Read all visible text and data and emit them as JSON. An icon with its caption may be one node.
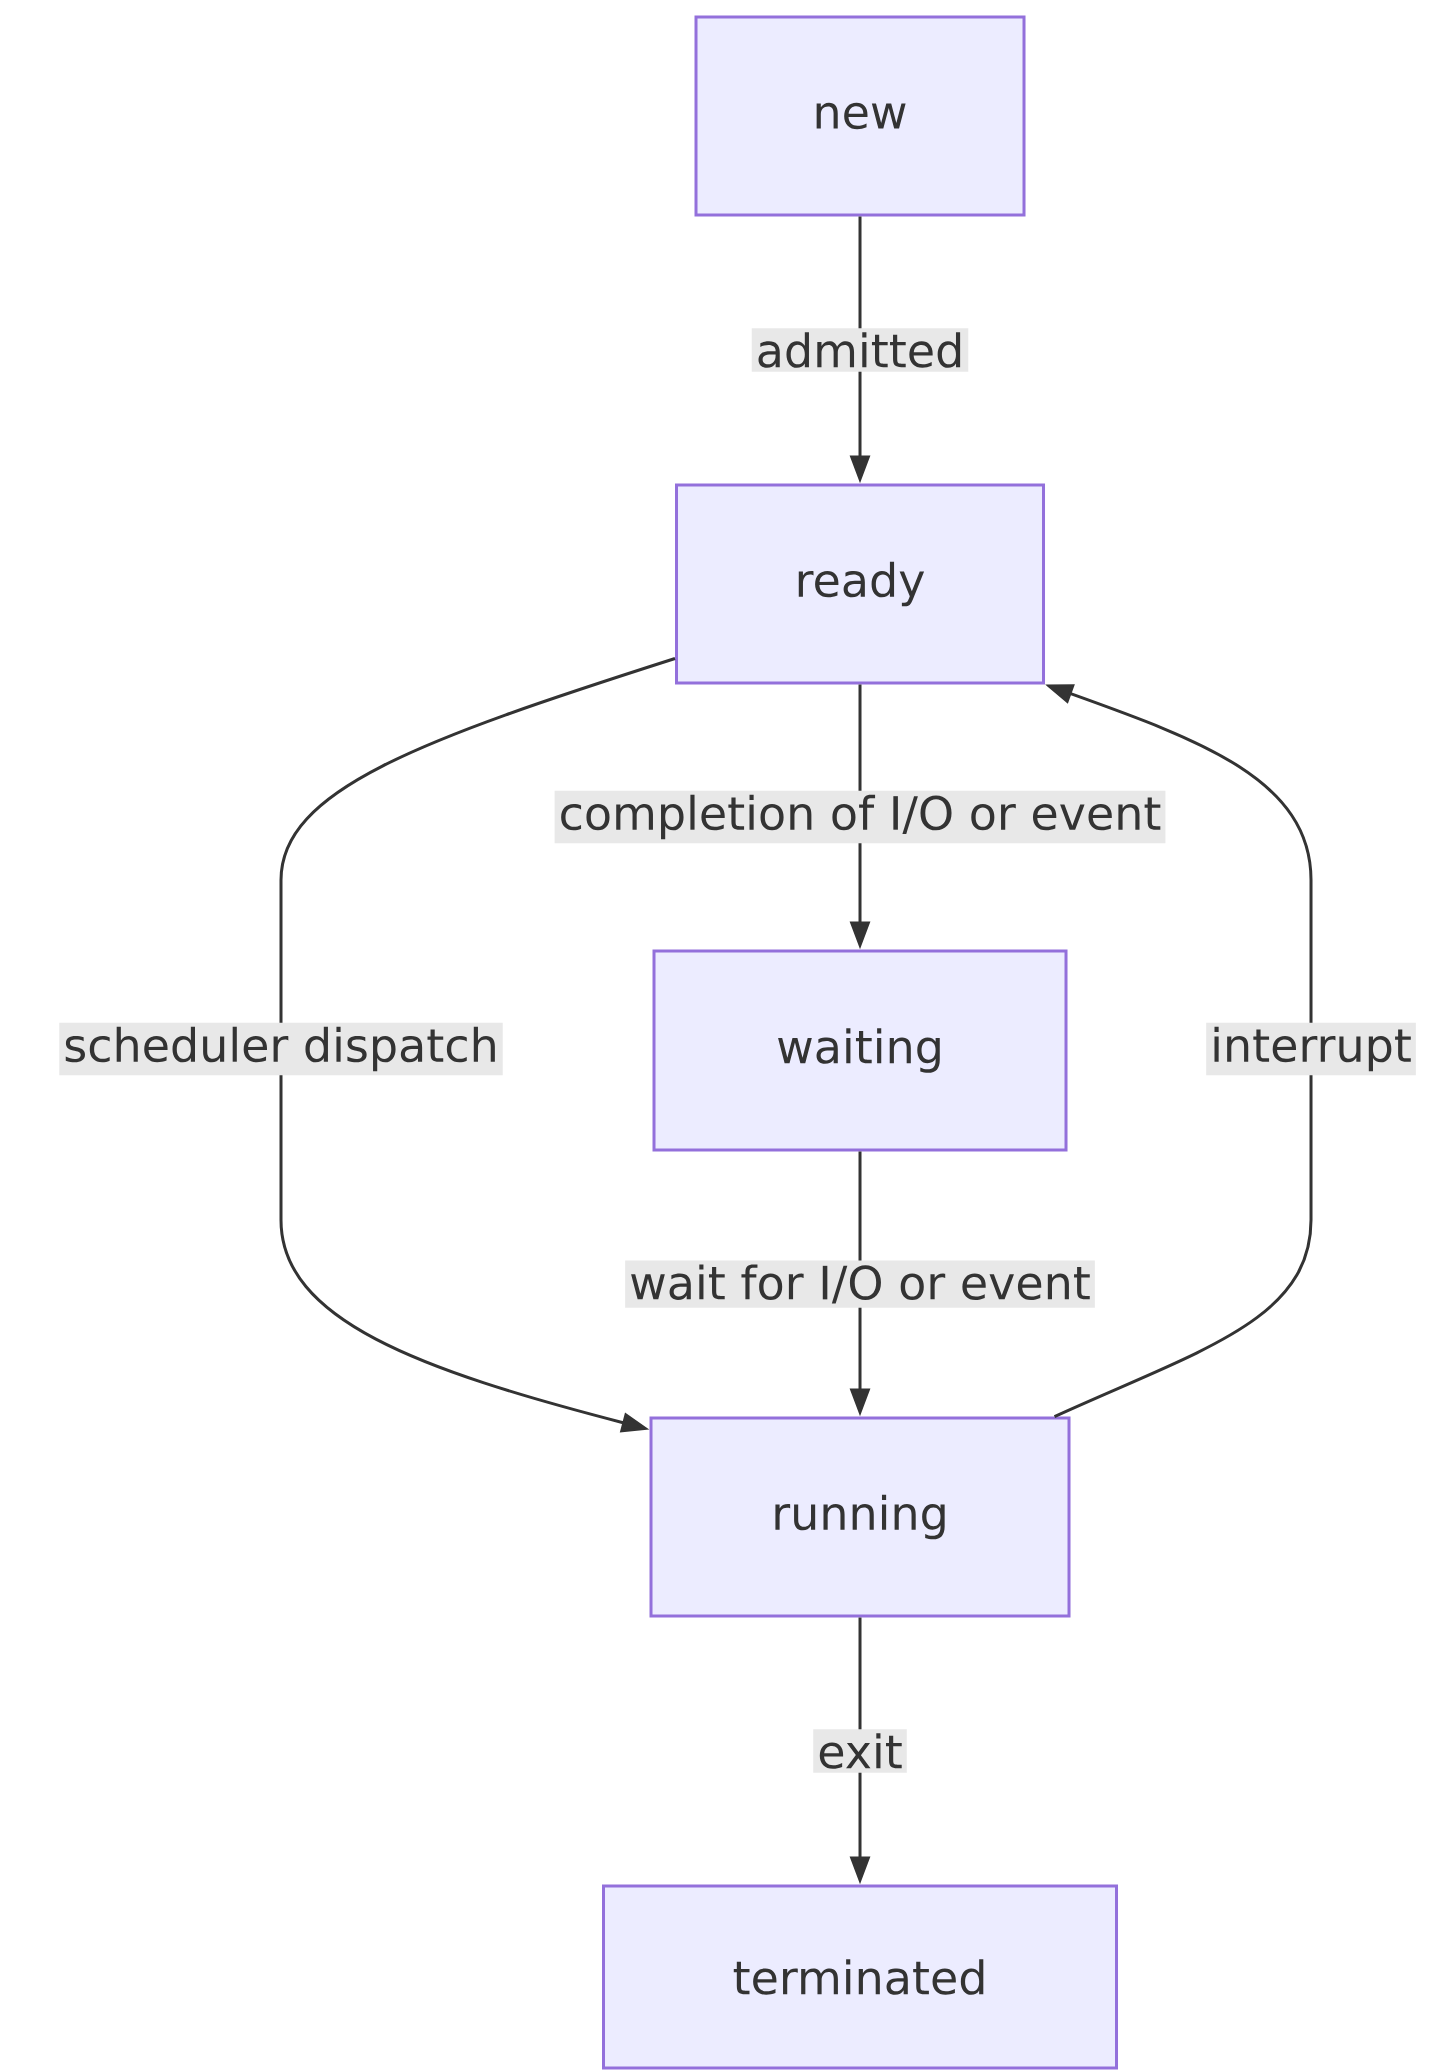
{
  "diagram": {
    "nodes": [
      {
        "text": [
          "new"
        ]
      },
      {
        "text": [
          "ready"
        ]
      },
      {
        "text": [
          "waiting"
        ]
      },
      {
        "text": [
          "running"
        ]
      },
      {
        "text": [
          "terminated"
        ]
      }
    ],
    "edges": [
      {
        "from": 0,
        "to": 1,
        "arrow": "to",
        "label": "admitted"
      },
      {
        "from": 1,
        "to": 2,
        "arrow": "to",
        "label": "completion of I/O or event"
      },
      {
        "from": 1,
        "to": 3,
        "arrow": "to",
        "label": "scheduler dispatch"
      },
      {
        "from": 2,
        "to": 3,
        "arrow": "to",
        "label": "wait for I/O or event"
      },
      {
        "from": 3,
        "to": 1,
        "arrow": "to",
        "label": "interrupt"
      },
      {
        "from": 3,
        "to": 4,
        "arrow": "to",
        "label": "exit"
      }
    ]
  }
}
